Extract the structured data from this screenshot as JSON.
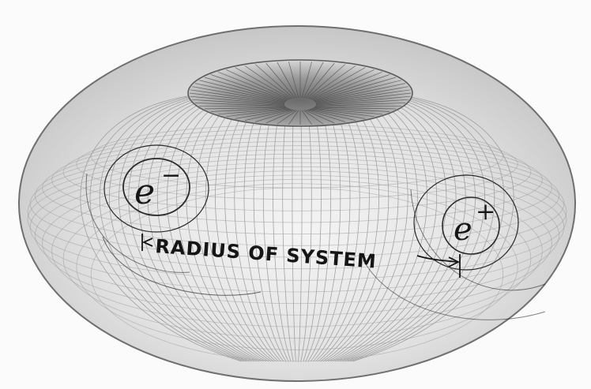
{
  "diagram": {
    "particle_left": {
      "base": "e",
      "charge": "−"
    },
    "particle_right": {
      "base": "e",
      "charge": "+"
    },
    "radius_label": "RADIUS OF SYSTEM",
    "colors": {
      "pencil": "#5a5a5a",
      "ink": "#151515",
      "paper": "#fbfbfb"
    }
  }
}
